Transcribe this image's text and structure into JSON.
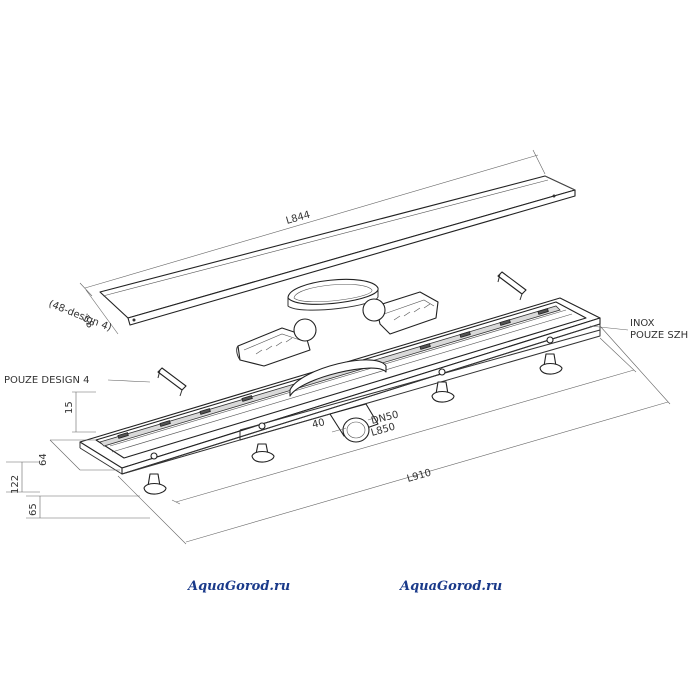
{
  "labels": {
    "cover_length": "L844",
    "cover_width": "58",
    "cover_width_note": "(48-design 4)",
    "inox_line1": "INOX",
    "inox_line2": "POUZE SZH",
    "design4": "POUZE DESIGN 4",
    "height_15": "15",
    "width_64": "64",
    "height_122": "122",
    "height_65": "65",
    "outlet_dn": "DN50",
    "outlet_40": "40",
    "length_850": "L850",
    "length_910": "L910"
  },
  "watermarks": {
    "left": "AquaGorod.ru",
    "right": "AquaGorod.ru"
  },
  "colors": {
    "line": "#333333",
    "watermark": "#1a3a8a"
  }
}
